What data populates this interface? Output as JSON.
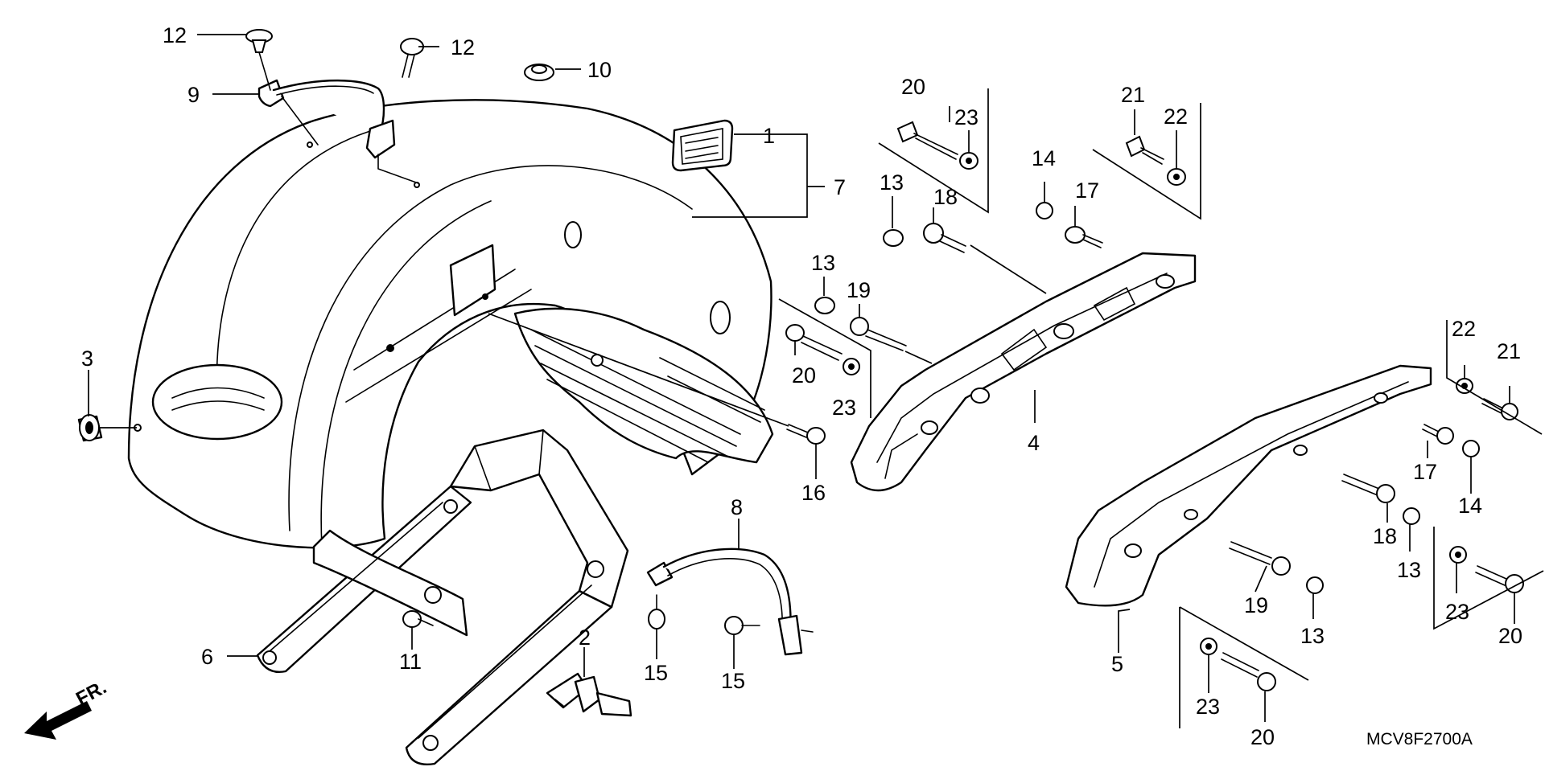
{
  "diagram": {
    "callouts": {
      "c1": "1",
      "c2": "2",
      "c3": "3",
      "c4": "4",
      "c5": "5",
      "c6": "6",
      "c7": "7",
      "c8": "8",
      "c9": "9",
      "c10": "10",
      "c11": "11",
      "c12a": "12",
      "c12b": "12",
      "c13a": "13",
      "c13b": "13",
      "c13c": "13",
      "c13d": "13",
      "c14a": "14",
      "c14b": "14",
      "c15a": "15",
      "c15b": "15",
      "c16": "16",
      "c17a": "17",
      "c17b": "17",
      "c18a": "18",
      "c18b": "18",
      "c19a": "19",
      "c19b": "19",
      "c20a": "20",
      "c20b": "20",
      "c20c": "20",
      "c20d": "20",
      "c21a": "21",
      "c21b": "21",
      "c22a": "22",
      "c22b": "22",
      "c23a": "23",
      "c23b": "23",
      "c23c": "23",
      "c23d": "23"
    },
    "direction_label": "FR.",
    "drawing_code": "MCV8F2700A"
  },
  "colors": {
    "line": "#000000",
    "background": "#ffffff"
  }
}
